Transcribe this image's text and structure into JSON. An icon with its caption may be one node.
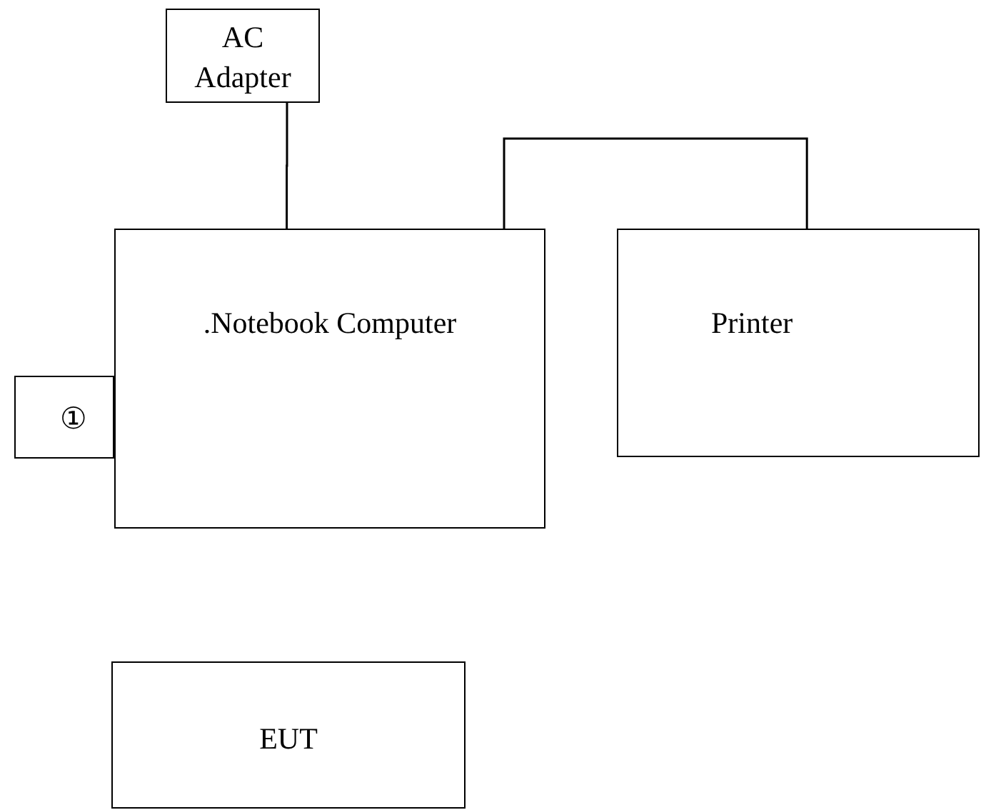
{
  "diagram": {
    "nodes": [
      {
        "text": [
          "AC Adapter"
        ]
      },
      {
        "text": [
          ".Notebook Computer"
        ]
      },
      {
        "text": [
          "Printer"
        ]
      },
      {
        "text": [
          "①"
        ]
      },
      {
        "text": [
          "EUT"
        ]
      }
    ],
    "edges": [
      {
        "from": 0,
        "to": 1,
        "arrow": "none"
      },
      {
        "from": 1,
        "to": 2,
        "arrow": "none"
      }
    ]
  }
}
